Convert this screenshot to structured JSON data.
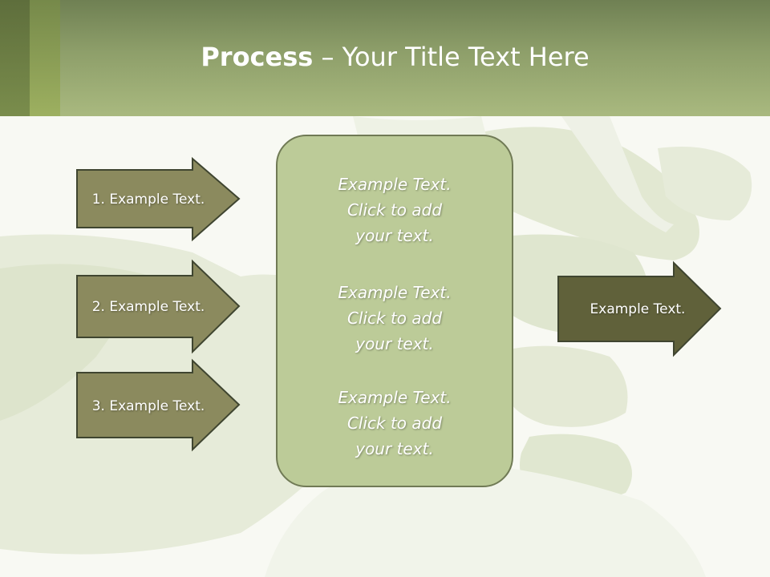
{
  "slide": {
    "title_bold": "Process",
    "title_rest": " – Your Title Text Here"
  },
  "left_arrows": [
    {
      "label": "1. Example Text."
    },
    {
      "label": "2. Example Text."
    },
    {
      "label": "3. Example Text."
    }
  ],
  "center_box": {
    "paragraphs": [
      {
        "lines": [
          "Example Text.",
          "Click  to add",
          "your text."
        ]
      },
      {
        "lines": [
          "Example Text.",
          "Click  to add",
          "your text."
        ]
      },
      {
        "lines": [
          "Example Text.",
          "Click  to add",
          "your text."
        ]
      }
    ]
  },
  "right_arrow": {
    "label": "Example Text."
  },
  "colors": {
    "header_green": "#a9b97f",
    "arrow_fill": "#8b8a5e",
    "right_arrow_fill": "#60613a",
    "box_fill": "#bccb98",
    "outline": "#3f4530"
  }
}
